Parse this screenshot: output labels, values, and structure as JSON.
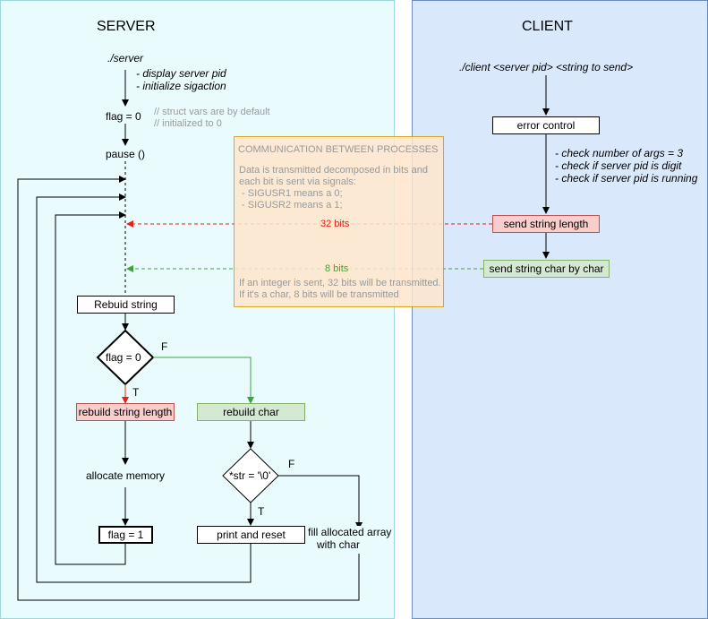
{
  "server": {
    "title": "SERVER",
    "start": "./server",
    "start_notes": [
      "- display server pid",
      "- initialize sigaction"
    ],
    "flag_init": "flag = 0",
    "flag_comments": [
      "// struct vars are by default",
      "// initialized to 0"
    ],
    "pause": "pause ()",
    "rebuild_string": "Rebuid string",
    "decision_flag": "flag = 0",
    "decision_flag_true": "T",
    "decision_flag_false": "F",
    "rebuild_length": "rebuild string length",
    "rebuild_char": "rebuild char",
    "allocate": "allocate memory",
    "flag_set": "flag = 1",
    "decision_str": "*str = '\\0'",
    "decision_str_true": "T",
    "decision_str_false": "F",
    "print_reset": "print and reset",
    "fill_array": [
      "fill allocated array",
      "with char"
    ]
  },
  "client": {
    "title": "CLIENT",
    "start": "./client <server pid> <string to send>",
    "error_control": "error control",
    "checks": [
      "- check number of args = 3",
      "- check if server pid is digit",
      "- check if server pid is running"
    ],
    "send_length": "send string length",
    "send_chars": "send string char by char"
  },
  "signals": {
    "bits32": "32 bits",
    "bits8": "8 bits",
    "red": "#e0241b",
    "green": "#3aa63a"
  },
  "note": {
    "title": "COMMUNICATION BETWEEN PROCESSES",
    "lines": [
      "Data is transmitted decomposed in bits and",
      "each bit is sent via signals:",
      " - SIGUSR1 means a 0;",
      " - SIGUSR2 means a 1;"
    ],
    "footer": [
      "If an integer is sent, 32 bits will be transmitted.",
      "If it's a char, 8 bits will be transmitted"
    ]
  }
}
